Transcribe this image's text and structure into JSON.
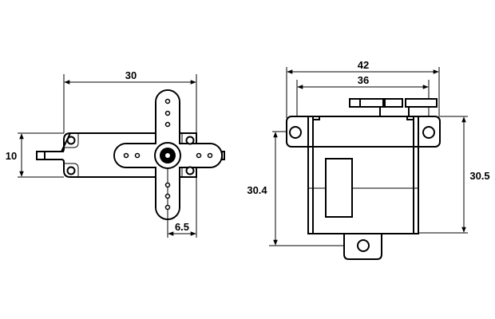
{
  "title": "Servo dimension drawing",
  "colors": {
    "line": "#000000",
    "background": "#ffffff"
  },
  "top_view": {
    "width_label": "30",
    "height_label": "10",
    "shaft_offset_label": "6.5"
  },
  "side_view": {
    "overall_width_label": "42",
    "hole_spacing_label": "36",
    "hole_to_hole_height_label": "30.4",
    "body_height_label": "30.5"
  }
}
